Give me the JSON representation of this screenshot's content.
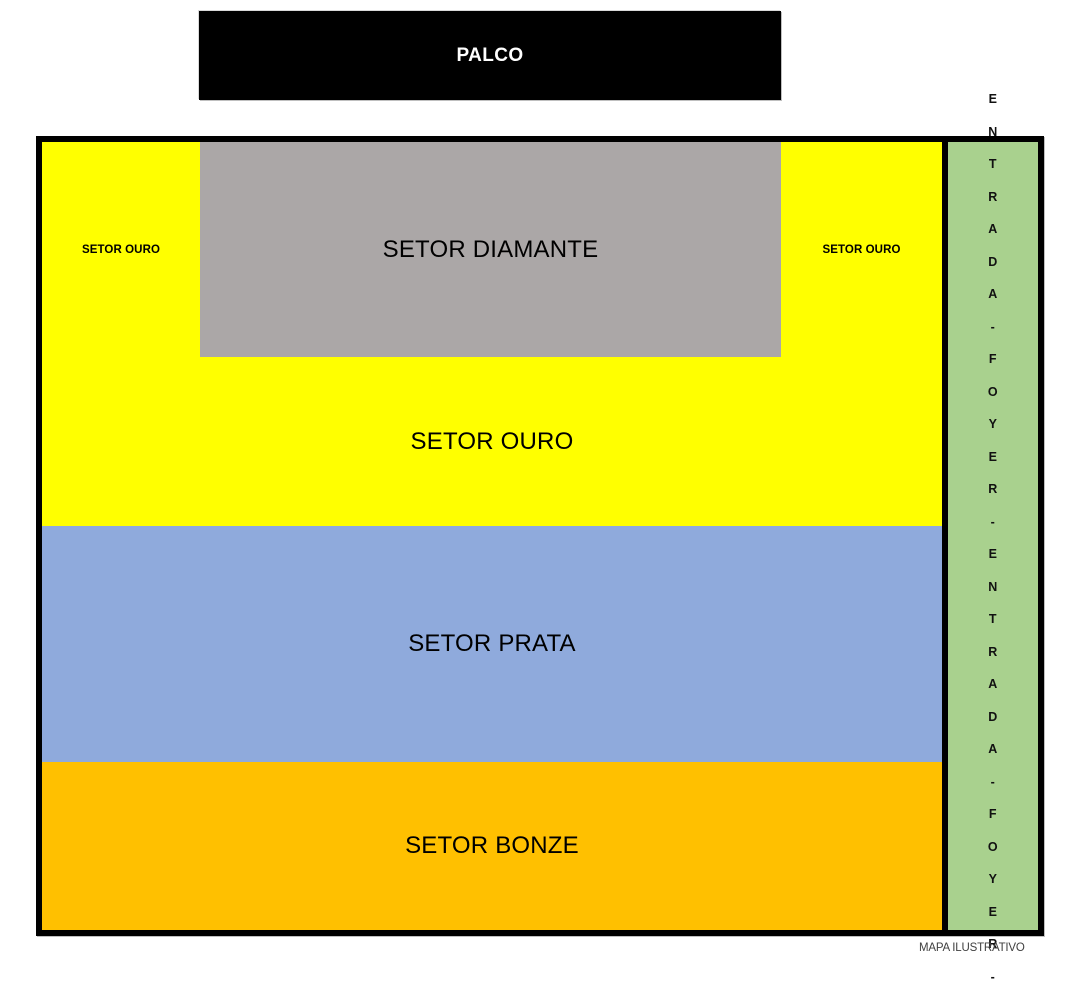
{
  "stage": {
    "label": "PALCO"
  },
  "sectors": {
    "diamante": {
      "label": "SETOR DIAMANTE",
      "color": "#ABA7A7"
    },
    "ouro_left": {
      "label": "SETOR OURO",
      "color": "#FFFF00"
    },
    "ouro_right": {
      "label": "SETOR OURO",
      "color": "#FFFF00"
    },
    "ouro_band": {
      "label": "SETOR OURO",
      "color": "#FFFF00"
    },
    "prata": {
      "label": "SETOR PRATA",
      "color": "#8FAADC"
    },
    "bonze": {
      "label": "SETOR BONZE",
      "color": "#FFC000"
    }
  },
  "entrance": {
    "color": "#A9D18E",
    "text": "ENTRADA - FOYER - ENTRADA - FOYER -",
    "letters": [
      "E",
      "N",
      "T",
      "R",
      "A",
      "D",
      "A",
      "-",
      "F",
      "O",
      "Y",
      "E",
      "R",
      "-",
      "E",
      "N",
      "T",
      "R",
      "A",
      "D",
      "A",
      "-",
      "F",
      "O",
      "Y",
      "E",
      "R",
      "-"
    ]
  },
  "caption": {
    "text": "MAPA ILUSTRATIVO"
  },
  "frame": {
    "border_color": "#000000"
  }
}
